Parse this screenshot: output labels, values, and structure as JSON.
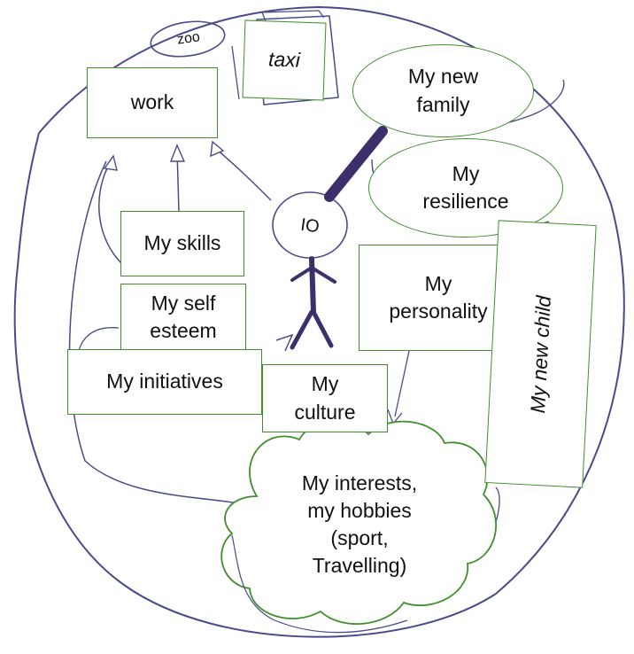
{
  "diagram": {
    "nodes": {
      "zoo": "zoo",
      "taxi": "taxi",
      "work": "work",
      "family": "My new\nfamily",
      "resilience": "My\nresilience",
      "io": "IO",
      "skills": "My skills",
      "self_esteem": "My self\nesteem",
      "personality": "My\npersonality",
      "child": "My new child",
      "initiatives": "My initiatives",
      "culture": "My\nculture",
      "interests": "My interests,\nmy hobbies\n(sport,\nTravelling)"
    },
    "colors": {
      "node_border": "#3e8f2c",
      "pencil": "#4a4a8a",
      "marker": "#3d2f6b",
      "text": "#111111"
    }
  }
}
